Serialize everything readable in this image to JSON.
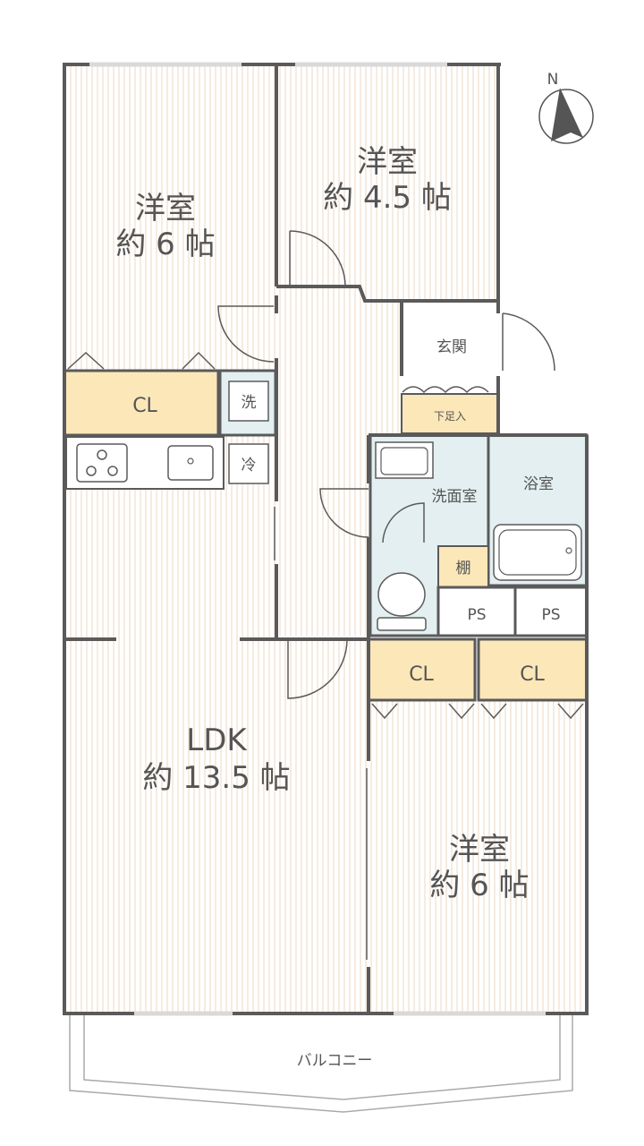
{
  "compass": {
    "north_label": "N",
    "icon": "north-arrow-icon"
  },
  "rooms": {
    "western_nw": {
      "name": "洋室",
      "size": "約 6 帖"
    },
    "western_n": {
      "name": "洋室",
      "size": "約 4.5 帖"
    },
    "ldk": {
      "name": "LDK",
      "size": "約 13.5 帖"
    },
    "western_se": {
      "name": "洋室",
      "size": "約 6 帖"
    },
    "entrance": {
      "name": "玄関"
    },
    "shoe_storage": {
      "name": "下足入"
    },
    "washroom": {
      "name": "洗面室"
    },
    "bathroom": {
      "name": "浴室"
    },
    "shelf": {
      "name": "棚"
    },
    "balcony": {
      "name": "バルコニー"
    }
  },
  "closets": {
    "nw": "CL",
    "center": "CL",
    "se": "CL"
  },
  "ps": {
    "left": "PS",
    "right": "PS"
  },
  "appliances": {
    "washer": "洗",
    "fridge": "冷"
  },
  "colors": {
    "wall": "#5a5a5a",
    "floor_stripe": "#f3e3d4",
    "closet_fill": "#fbe7b8",
    "wet_area_fill": "#e3eff0",
    "text": "#555555"
  }
}
